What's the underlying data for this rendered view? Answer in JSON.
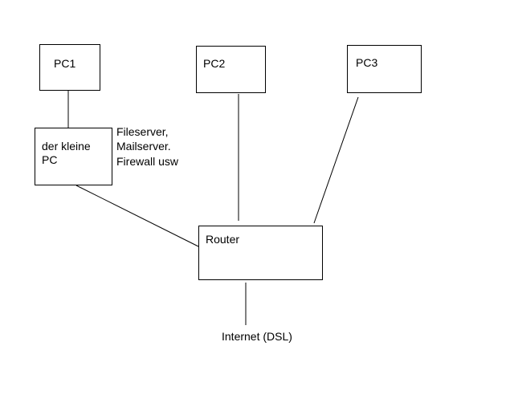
{
  "nodes": {
    "pc1": {
      "label": "PC1"
    },
    "pc2": {
      "label": "PC2"
    },
    "pc3": {
      "label": "PC3"
    },
    "small_pc": {
      "label_line1": "der kleine",
      "label_line2": "PC"
    },
    "router": {
      "label": "Router"
    }
  },
  "annotations": {
    "small_pc_roles": {
      "line1": "Fileserver,",
      "line2": "Mailserver.",
      "line3": "Firewall usw"
    },
    "uplink": "Internet (DSL)"
  },
  "colors": {
    "stroke": "#000000",
    "background": "#ffffff"
  }
}
